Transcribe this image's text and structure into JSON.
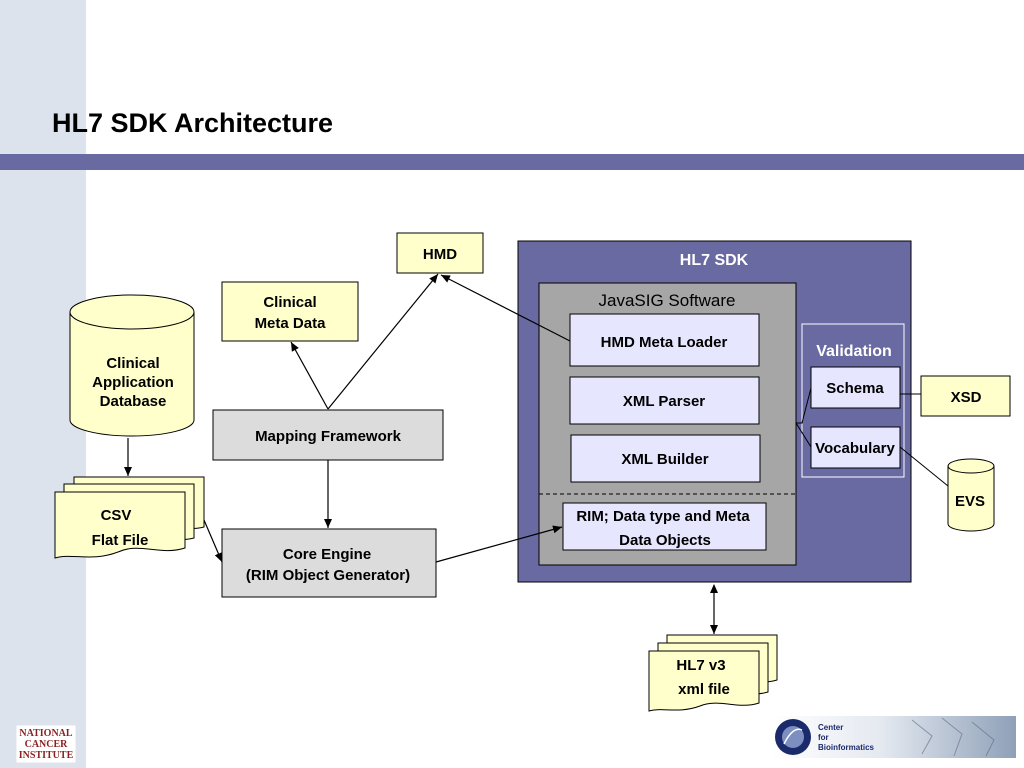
{
  "slide": {
    "title": "HL7 SDK Architecture"
  },
  "diagram": {
    "hmd": "HMD",
    "clinical_meta_data": [
      "Clinical",
      "Meta Data"
    ],
    "clinical_app_db": [
      "Clinical",
      "Application",
      "Database"
    ],
    "mapping_framework": "Mapping Framework",
    "csv_flat_file": [
      "CSV",
      "Flat File"
    ],
    "core_engine": [
      "Core Engine",
      "(RIM Object Generator)"
    ],
    "hl7_sdk": "HL7 SDK",
    "javasig_software": "JavaSIG Software",
    "hmd_meta_loader": "HMD Meta Loader",
    "xml_parser": "XML Parser",
    "xml_builder": "XML Builder",
    "rim_objects": [
      "RIM; Data type and Meta",
      "Data Objects"
    ],
    "validation": "Validation",
    "schema": "Schema",
    "vocabulary": "Vocabulary",
    "xsd": "XSD",
    "evs": "EVS",
    "hl7v3_file": [
      "HL7 v3",
      "xml file"
    ]
  },
  "footer": {
    "nci_logo": [
      "NATIONAL",
      "CANCER",
      "INSTITUTE"
    ],
    "cbb_logo": [
      "Center",
      "for",
      "Bioinformatics"
    ]
  },
  "colors": {
    "title_bar": "#6a6aa2",
    "left_band": "#dde3ec",
    "yellow_box": "#ffffcc",
    "sdk_panel": "#6a6aa2",
    "javasig_panel": "#a6a6a6",
    "inner_box": "#e6e6ff",
    "grey_box": "#dcdcdc"
  }
}
